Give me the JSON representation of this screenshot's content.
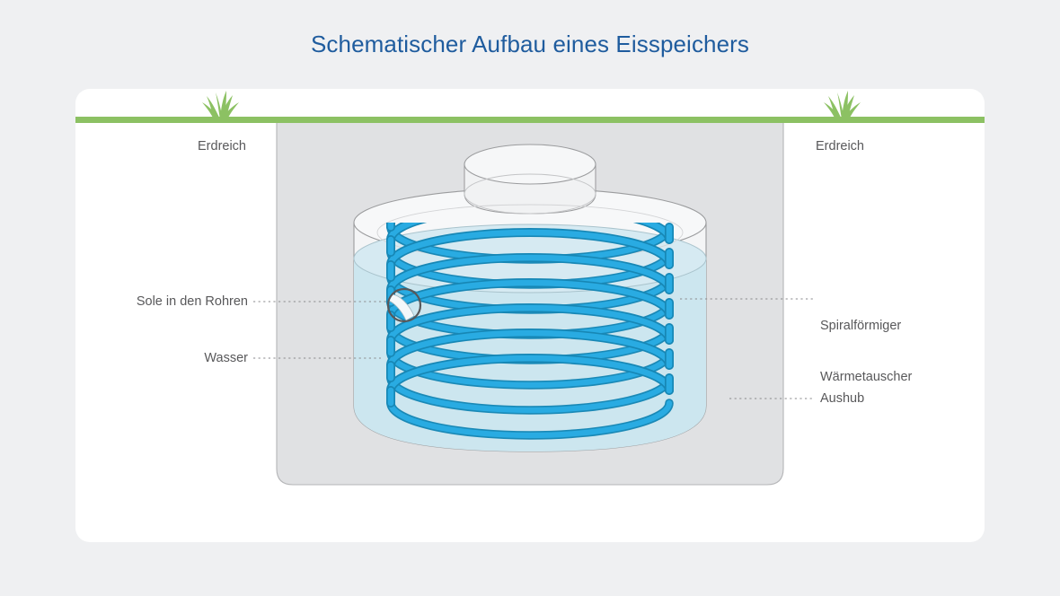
{
  "page": {
    "background_color": "#eff0f2",
    "title": "Schematischer Aufbau eines Eisspeichers",
    "title_color": "#1f5c9e"
  },
  "card": {
    "background_color": "#ffffff"
  },
  "ground": {
    "line_color": "#8cc163",
    "grass_color": "#8cc163",
    "grass_tufts": 2
  },
  "labels": {
    "erdreich_left": "Erdreich",
    "erdreich_right": "Erdreich",
    "sole": "Sole in den Rohren",
    "wasser": "Wasser",
    "spiral_line1": "Spiralförmiger",
    "spiral_line2": "Wärmetauscher",
    "aushub": "Aushub",
    "text_color": "#58585a",
    "leader_color": "#8a8a8c"
  },
  "diagram": {
    "type": "schematic-cross-section",
    "subject": "Eisspeicher (ice storage tank)",
    "excavation_color": "#e0e1e3",
    "excavation_outline": "#b0b1b3",
    "tank_color": "#f4f5f6",
    "tank_outline": "#9b9c9e",
    "water_color": "#cce6ef",
    "water_outline": "#9fb9c2",
    "pipe_fill": "#29abe2",
    "pipe_outline": "#1787b5",
    "manhole_color": "#f2f3f4",
    "manhole_outline": "#9b9c9e",
    "detail_circle_color": "#58585a",
    "coil_turns": 8
  }
}
